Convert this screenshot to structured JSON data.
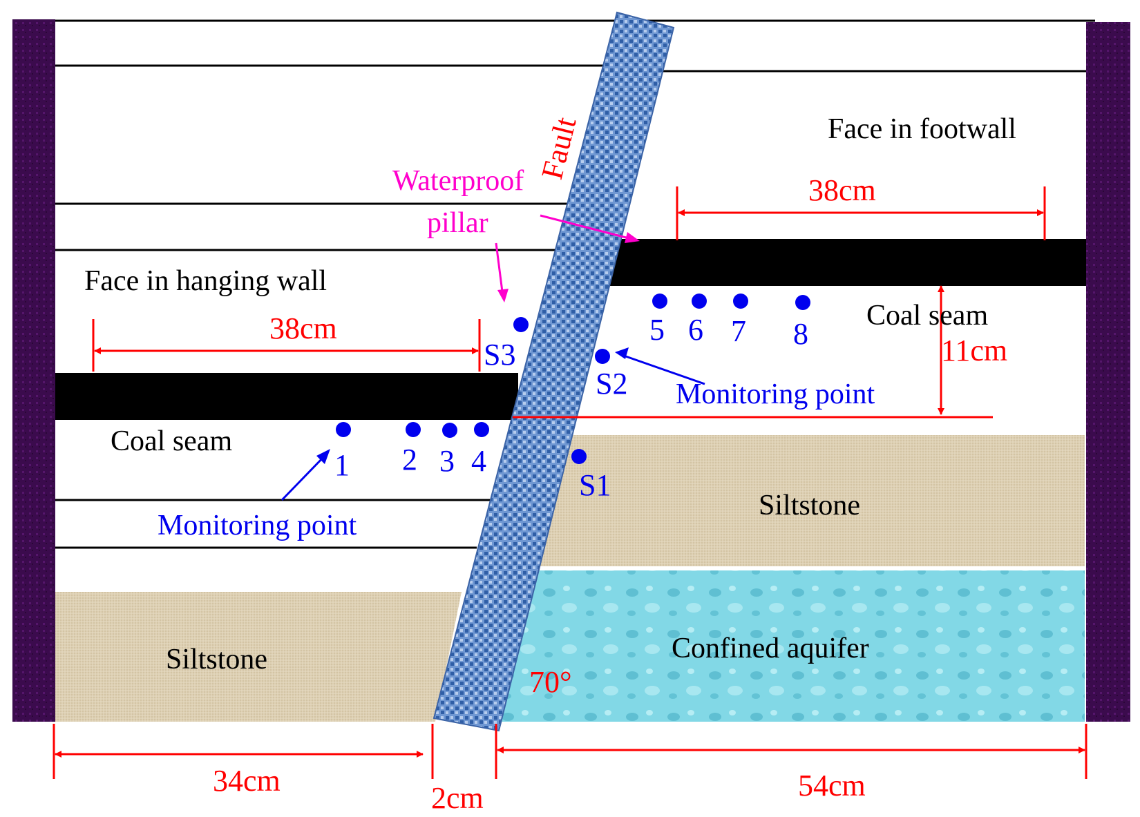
{
  "labels": {
    "face_footwall": "Face in footwall",
    "face_hanging": "Face in hanging wall",
    "fault": "Fault",
    "waterproof_1": "Waterproof",
    "waterproof_2": "pillar",
    "coal_seam_left": "Coal seam",
    "coal_seam_right": "Coal seam",
    "siltstone_left": "Siltstone",
    "siltstone_right": "Siltstone",
    "aquifer": "Confined aquifer",
    "monitoring_left": "Monitoring point",
    "monitoring_right": "Monitoring point",
    "angle": "70°"
  },
  "dimensions": {
    "left_face": "38cm",
    "right_face": "38cm",
    "throw": "11cm",
    "bottom_left": "34cm",
    "bottom_fault": "2cm",
    "bottom_right": "54cm"
  },
  "points": {
    "p1": "1",
    "p2": "2",
    "p3": "3",
    "p4": "4",
    "p5": "5",
    "p6": "6",
    "p7": "7",
    "p8": "8",
    "s1": "S1",
    "s2": "S2",
    "s3": "S3"
  },
  "colors": {
    "dimension": "#ff0000",
    "monitoring": "#0000ee",
    "annotation": "#ff00cc",
    "coal": "#000000",
    "siltstone": "#d9c9aa",
    "aquifer": "#7fd6e3",
    "fault": "#5a86c8",
    "frame": "#3a0a4a"
  }
}
